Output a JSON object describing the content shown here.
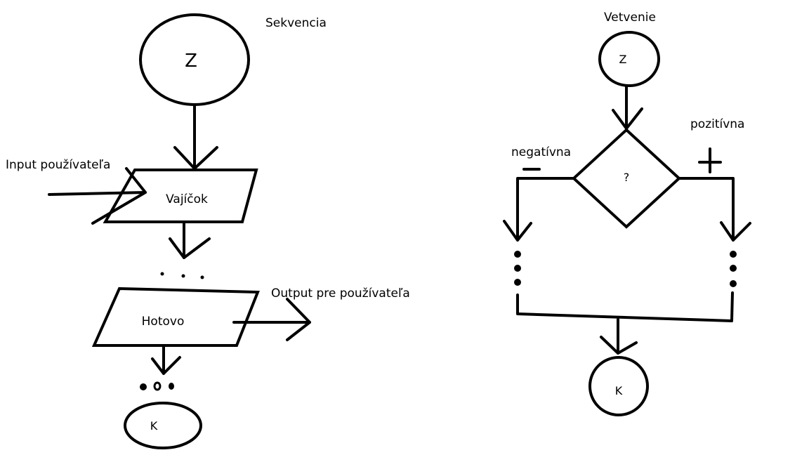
{
  "sequence": {
    "title": "Sekvencia",
    "start": "Z",
    "input_label": "Input používateľa",
    "input_box": "Vajíčok",
    "output_box": "Hotovo",
    "output_label": "Output pre používateľa",
    "end": "K"
  },
  "branching": {
    "title": "Vetvenie",
    "start": "Z",
    "decision": "?",
    "negative_label": "negatívna",
    "positive_label": "pozitívna",
    "end": "K"
  }
}
